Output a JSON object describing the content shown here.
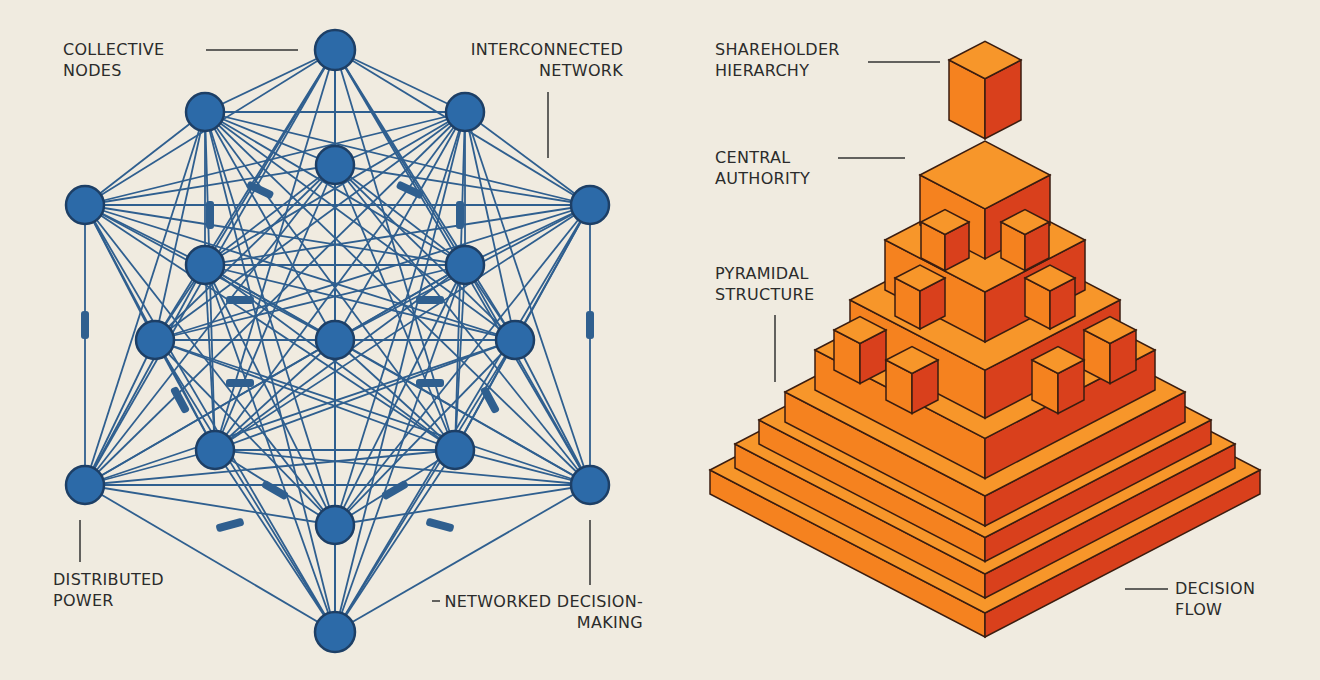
{
  "diagram": {
    "labels": [
      "COLLECTIVE NODES",
      "INTERCONNECTED NETWORK",
      "DISTRIBUTED POWER",
      "NETWORKED DECISION-MAKING",
      "SHAREHOLDER HIERARCHY",
      "CENTRAL AUTHORITY",
      "PYRAMIDAL STRUCTURE",
      "DECISION FLOW"
    ]
  }
}
